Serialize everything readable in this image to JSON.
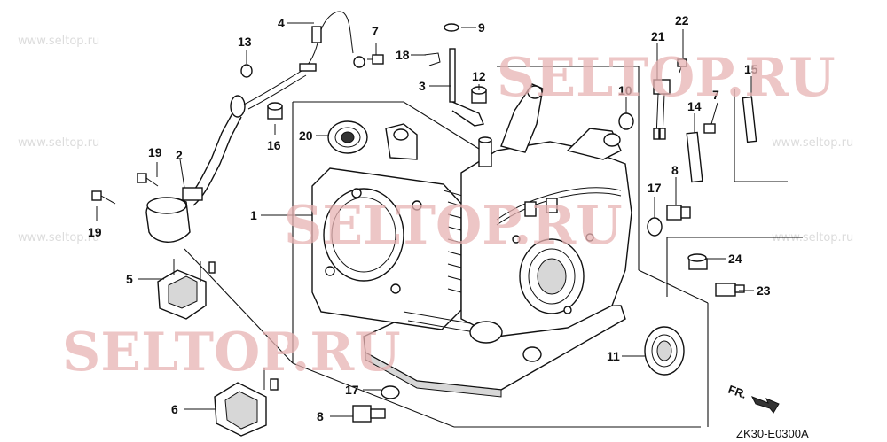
{
  "callouts": {
    "p1": "1",
    "p2": "2",
    "p3": "3",
    "p4": "4",
    "p5": "5",
    "p6": "6",
    "p7a": "7",
    "p7b": "7",
    "p8a": "8",
    "p8b": "8",
    "p9": "9",
    "p10": "10",
    "p11": "11",
    "p12": "12",
    "p13": "13",
    "p14": "14",
    "p15": "15",
    "p16": "16",
    "p17a": "17",
    "p17b": "17",
    "p18": "18",
    "p19a": "19",
    "p19b": "19",
    "p20": "20",
    "p21": "21",
    "p22": "22",
    "p23": "23",
    "p24": "24"
  },
  "watermark": {
    "text": "SELTOP.RU",
    "small_text": "www.seltop.ru"
  },
  "direction_label": "FR.",
  "diagram_code": "ZK30-E0300A"
}
